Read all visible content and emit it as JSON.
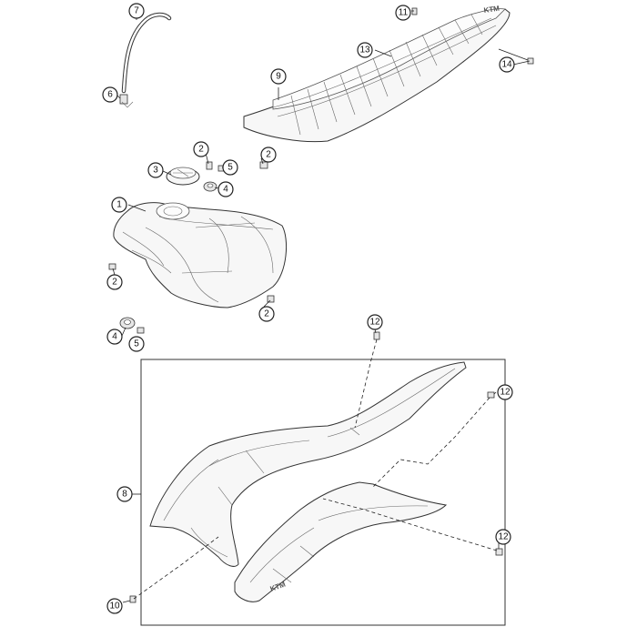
{
  "callouts": {
    "c1": "1",
    "c2a": "2",
    "c2b": "2",
    "c2c": "2",
    "c2d": "2",
    "c3": "3",
    "c4a": "4",
    "c4b": "4",
    "c5a": "5",
    "c5b": "5",
    "c6": "6",
    "c7": "7",
    "c8": "8",
    "c9": "9",
    "c10": "10",
    "c11": "11",
    "c12a": "12",
    "c12b": "12",
    "c12c": "12",
    "c13": "13",
    "c14": "14"
  },
  "labels": {
    "seat_logo": "KTM",
    "shroud_logo": "KTM"
  }
}
